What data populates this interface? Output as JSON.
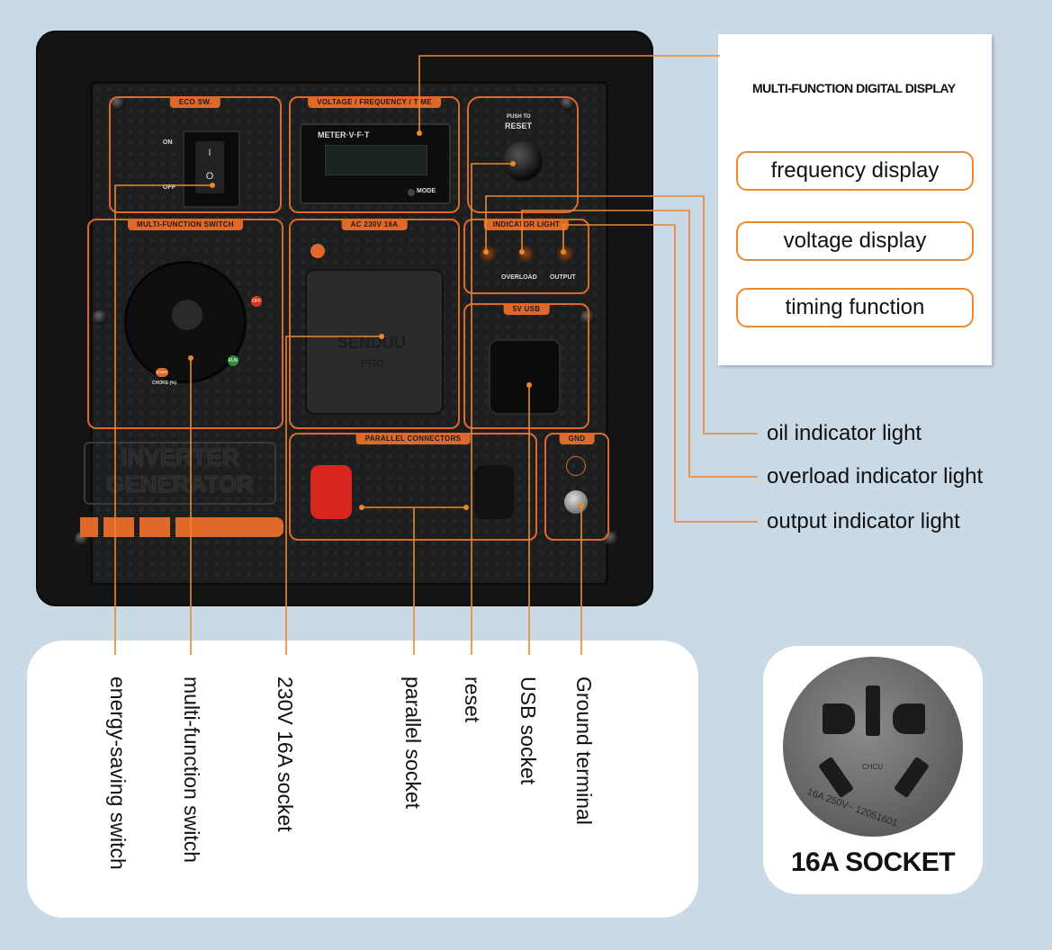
{
  "panel": {
    "eco_switch": {
      "title": "ECO SW.",
      "on": "ON",
      "off": "OFF",
      "symbol_on": "I",
      "symbol_off": "O"
    },
    "meter": {
      "title": "VOLTAGE / FREQUENCY / TIME",
      "brand": "METER·V·F·T",
      "mode": "MODE"
    },
    "reset": {
      "push_to": "PUSH TO",
      "reset": "RESET"
    },
    "multi_switch": {
      "title": "MULTI-FUNCTION SWITCH",
      "off": "OFF",
      "run": "RUN",
      "start": "START",
      "choke": "CHOKE (%)"
    },
    "ac_socket": {
      "title": "AC 230V 16A",
      "brand": "SENDUU",
      "sub": "PRO"
    },
    "indicator": {
      "title": "INDICATOR LIGHT",
      "overload": "OVERLOAD",
      "output": "OUTPUT"
    },
    "usb": {
      "title": "5V USB"
    },
    "brand_plate": {
      "line1": "INVERTER",
      "line2": "GENERATOR"
    },
    "parallel": {
      "title": "PARALLEL CONNECTORS"
    },
    "gnd": {
      "title": "GND"
    }
  },
  "callout": {
    "heading": "MULTI-FUNCTION DIGITAL DISPLAY",
    "items": [
      "frequency display",
      "voltage display",
      "timing function"
    ]
  },
  "right_labels": [
    "oil indicator light",
    "overload indicator light",
    "output indicator light"
  ],
  "bottom_labels": [
    "energy-saving switch",
    "multi-function switch",
    "230V 16A socket",
    "parallel socket",
    "reset",
    "USB socket",
    "Ground terminal"
  ],
  "socket_inset": {
    "imprint_brand": "CHCU",
    "imprint_rating": "16A 250V~  12051601",
    "caption": "16A SOCKET"
  },
  "colors": {
    "accent": "#e0692a",
    "callout_line": "#e9892f",
    "background": "#c9d9e5"
  }
}
